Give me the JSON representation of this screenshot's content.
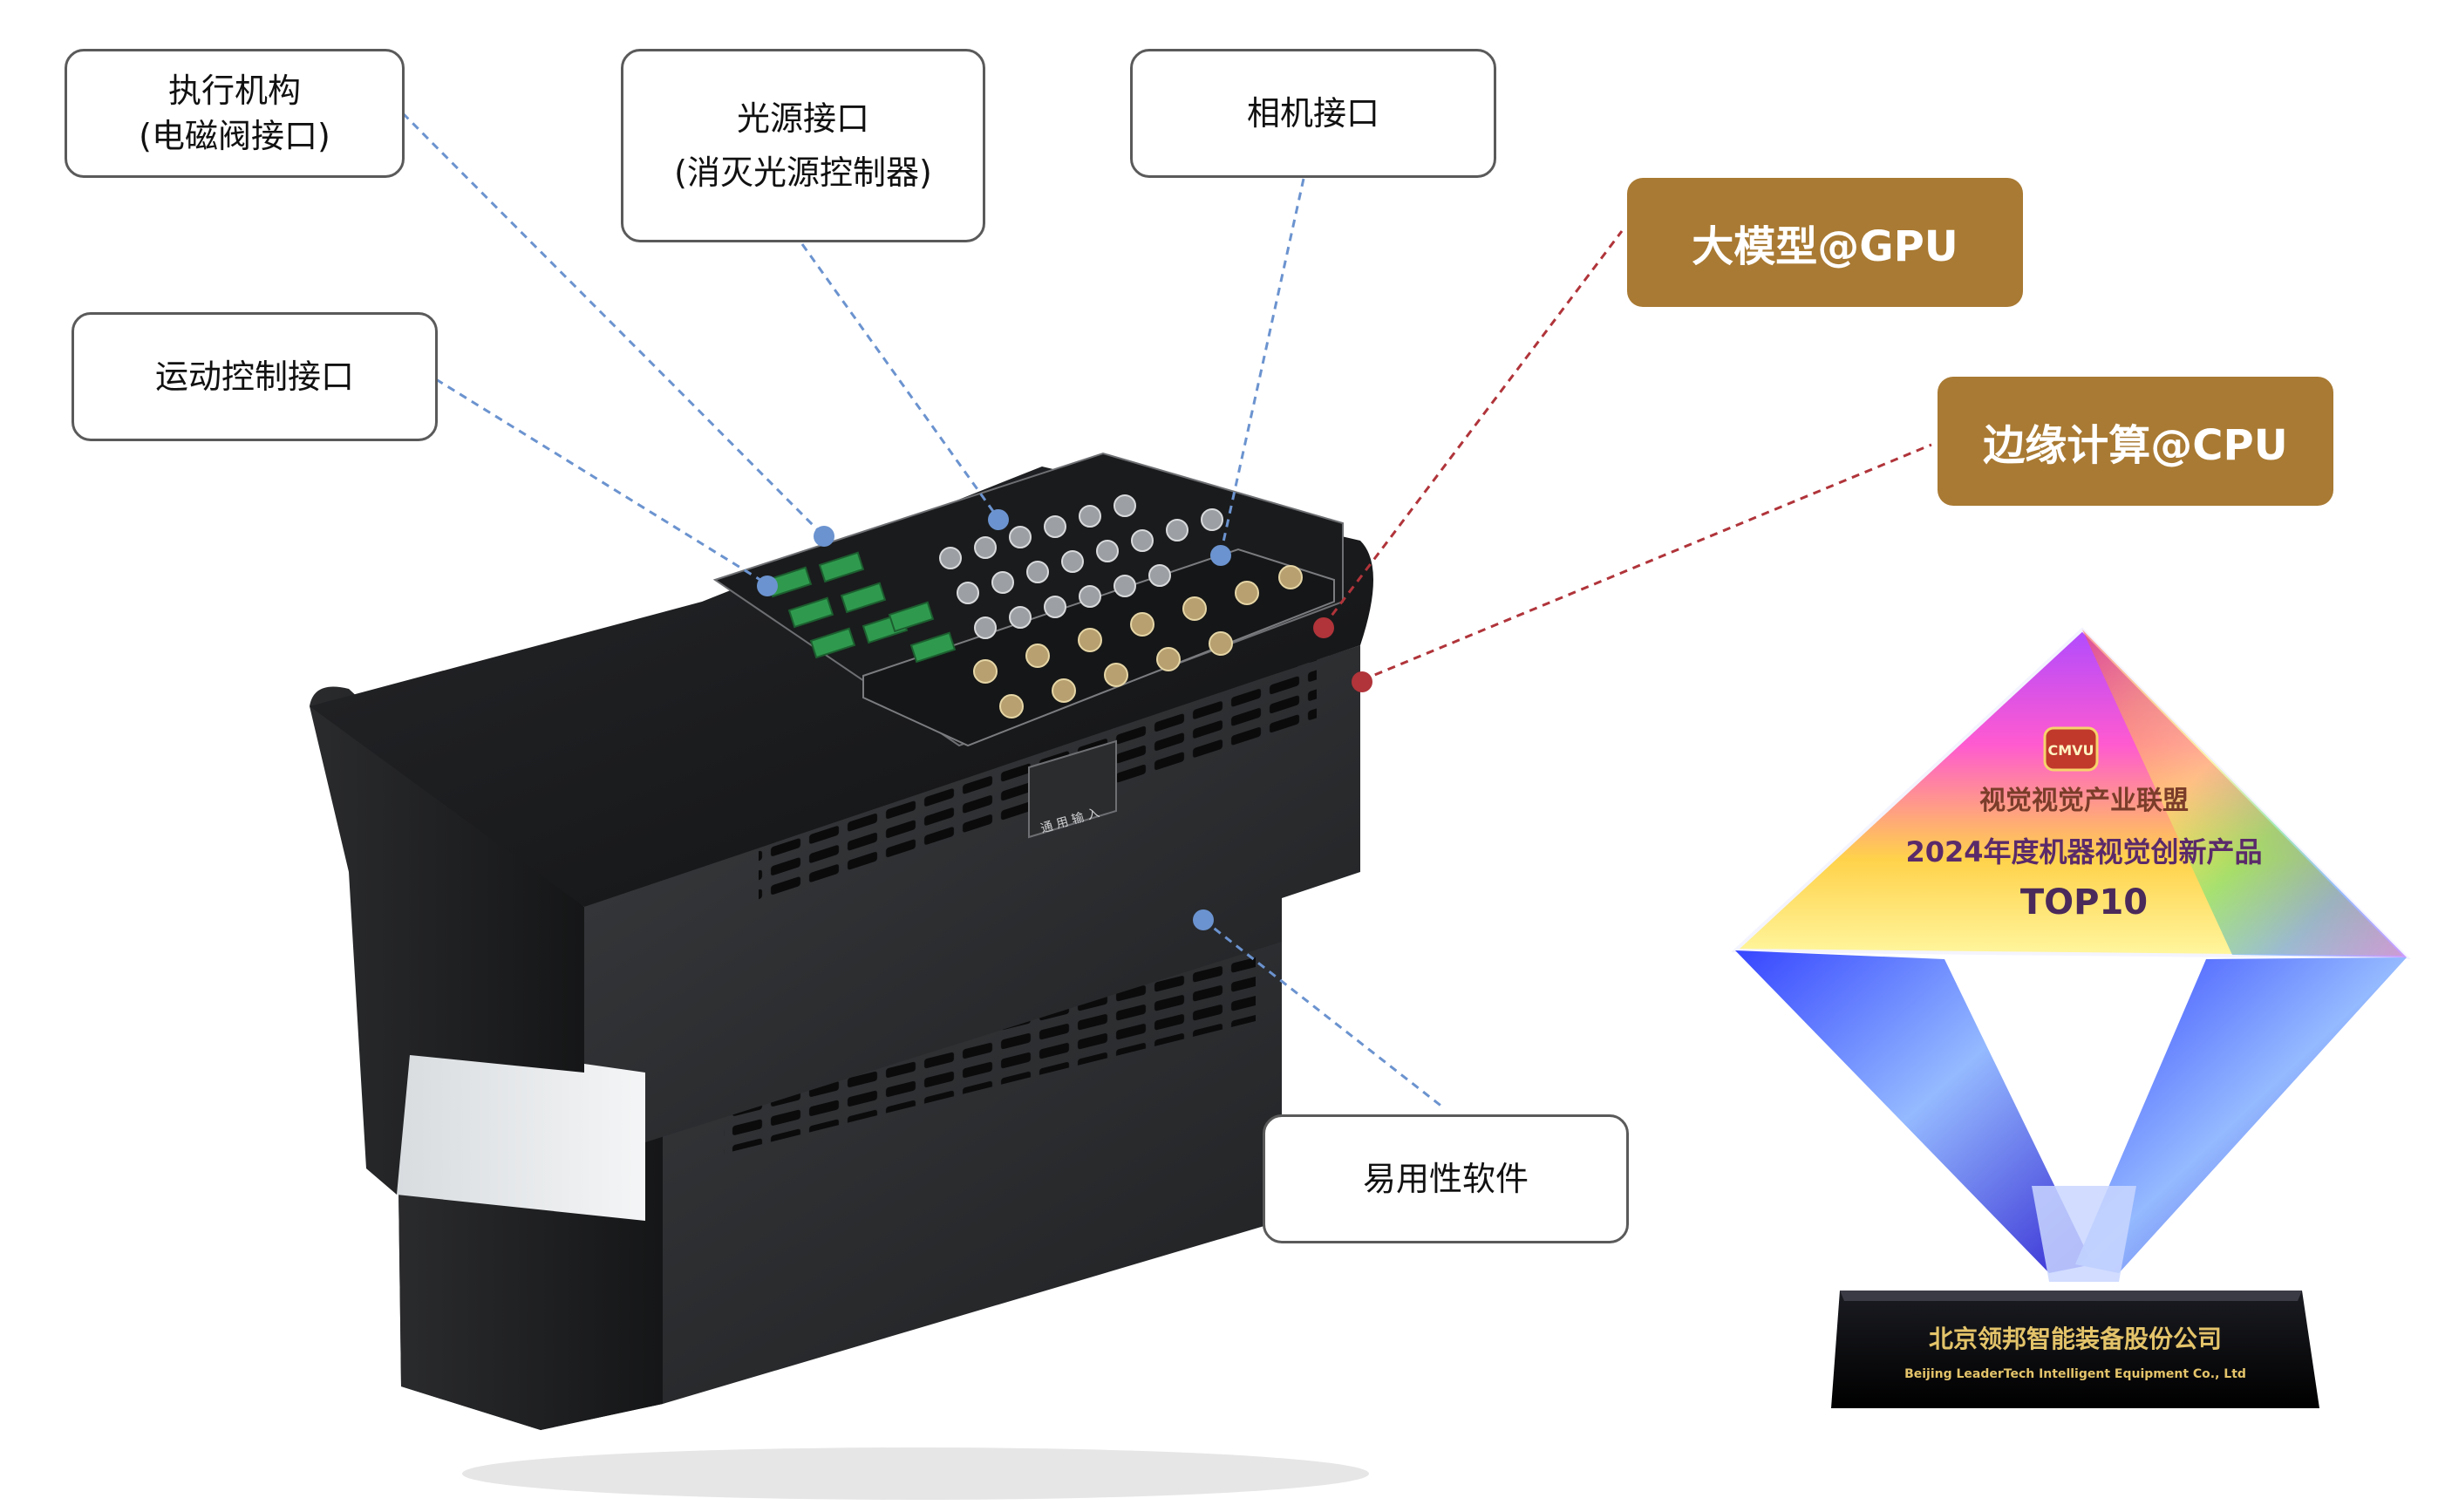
{
  "callouts": {
    "actuator": {
      "line1": "执行机构",
      "line2": "(电磁阀接口)"
    },
    "light": {
      "line1": "光源接口",
      "line2": "(消灭光源控制器)"
    },
    "camera": {
      "label": "相机接口"
    },
    "motion": {
      "label": "运动控制接口"
    },
    "software": {
      "label": "易用性软件"
    }
  },
  "tags": {
    "gpu": "大模型@GPU",
    "cpu": "边缘计算@CPU"
  },
  "device": {
    "panel_label": "通 用 输 入"
  },
  "trophy": {
    "org": "视觉视觉产业联盟",
    "award": "2024年度机器视觉创新产品",
    "rank": "TOP10",
    "logo_text": "CMVU",
    "company_cn": "北京领邦智能装备股份公司",
    "company_en": "Beijing LeaderTech Intelligent Equipment Co., Ltd"
  },
  "colors": {
    "blue_leader": "#6b93cf",
    "red_leader": "#b0343a",
    "tag_bg": "#a97a33"
  }
}
